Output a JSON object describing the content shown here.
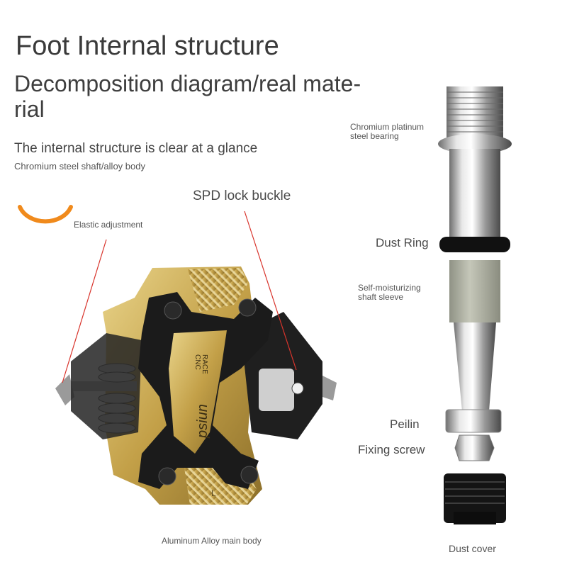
{
  "header": {
    "title": "Foot Internal structure",
    "subtitle": "Decomposition diagram/real mate-rial",
    "tagline": "The internal structure is clear at a glance",
    "subtag": "Chromium steel shaft/alloy body"
  },
  "labels": {
    "spd_lock": "SPD lock buckle",
    "elastic": "Elastic adjustment",
    "aluminum": "Aluminum Alloy main body",
    "bearing_line1": "Chromium platinum",
    "bearing_line2": "steel bearing",
    "dust_ring": "Dust Ring",
    "sleeve_line1": "Self-moisturizing",
    "sleeve_line2": "shaft sleeve",
    "peilin": "Peilin",
    "fixing_screw": "Fixing screw",
    "dust_cover": "Dust cover"
  },
  "pedal_marks": {
    "brand": "psiun",
    "model_line1": "RACE",
    "model_line2": "CNC",
    "side_mark": "L"
  },
  "colors": {
    "accent_orange": "#f08a1c",
    "pointer_red": "#d8342c",
    "gold": "#c9a84a",
    "pedal_black": "#1e1e1e",
    "sleeve_grey": "#a9ab9c"
  }
}
